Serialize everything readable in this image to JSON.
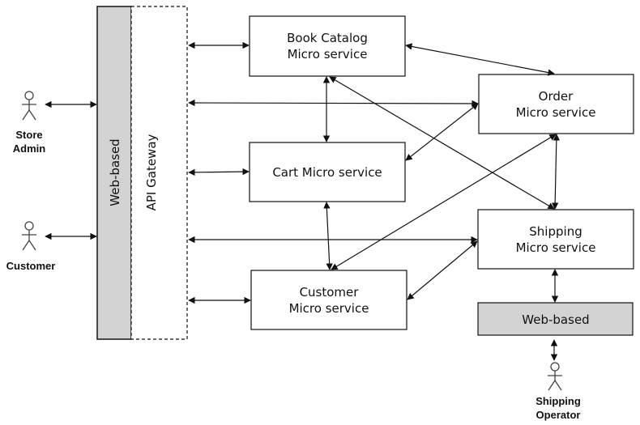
{
  "actors": {
    "store_admin": [
      "Store",
      "Admin"
    ],
    "customer": [
      "Customer"
    ],
    "shipping_operator": [
      "Shipping",
      "Operator"
    ]
  },
  "gateway": {
    "web_based": "Web-based",
    "api_gateway": "API Gateway"
  },
  "services": {
    "book_catalog": [
      "Book Catalog",
      "Micro service"
    ],
    "cart": [
      "Cart Micro service"
    ],
    "customer": [
      "Customer",
      "Micro service"
    ],
    "order": [
      "Order",
      "Micro service"
    ],
    "shipping": [
      "Shipping",
      "Micro service"
    ]
  },
  "shipping_web": "Web-based",
  "colors": {
    "line": "#111111",
    "shaded_fill": "#d3d3d3",
    "box_fill": "#ffffff",
    "actor_stroke": "#444444"
  }
}
